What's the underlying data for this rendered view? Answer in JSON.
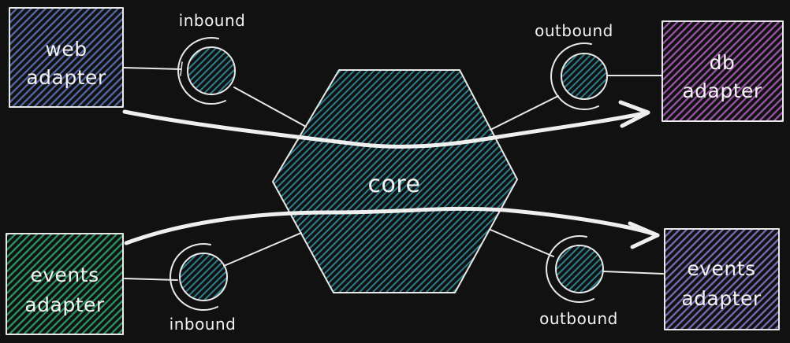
{
  "canvas": {
    "background": "#111111",
    "stroke": "#e8e8e8",
    "text_color": "#f2f2f2",
    "arrow_color": "#efefef"
  },
  "colors": {
    "web_adapter": "#5568a8",
    "db_adapter": "#9a55a8",
    "events_adapter_in": "#2a9664",
    "events_adapter_out": "#7a6bb4",
    "core_teal": "#2d7f8e"
  },
  "nodes": {
    "core": {
      "label": "core"
    },
    "web_adapter": {
      "line1": "web",
      "line2": "adapter"
    },
    "db_adapter": {
      "line1": "db",
      "line2": "adapter"
    },
    "events_adapter_in": {
      "line1": "events",
      "line2": "adapter"
    },
    "events_adapter_out": {
      "line1": "events",
      "line2": "adapter"
    }
  },
  "ports": {
    "inbound_top": {
      "label": "inbound"
    },
    "outbound_top": {
      "label": "outbound"
    },
    "inbound_bottom": {
      "label": "inbound"
    },
    "outbound_bottom": {
      "label": "outbound"
    }
  }
}
